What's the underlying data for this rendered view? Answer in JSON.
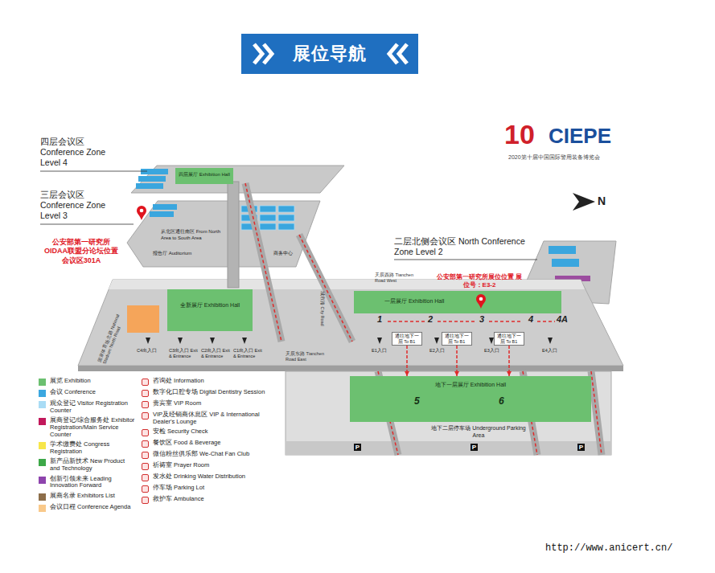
{
  "diagram": {
    "title": "展位导航",
    "nodes": [
      {
        "text": [
          "四层展厅 Exhibition Hall"
        ]
      },
      {
        "text": [
          "全新展厅 Exhibition Hall"
        ]
      },
      {
        "text": [
          "一层展厅 Exhibition Hall"
        ]
      },
      {
        "text": [
          "通往地下一层 To B1"
        ]
      },
      {
        "text": [
          "通往地下一层 To B1"
        ]
      },
      {
        "text": [
          "通往地下一层 To B1"
        ]
      },
      {
        "text": [
          "地下一层展厅 Exhibition Hall"
        ]
      }
    ],
    "edges": [
      {
        "from": 3,
        "to": 6,
        "arrow": "to"
      },
      {
        "from": 4,
        "to": 6,
        "arrow": "to"
      },
      {
        "from": 5,
        "to": 6,
        "arrow": "to"
      }
    ],
    "labels": [
      "10",
      "CIEPE",
      "2020第十届中国国际警用装备博览会",
      "N",
      "四层会议区 Conference Zone Level 4",
      "三层会议区 Conference Zone Level 3",
      "公安部第一研究所 OIDAA联盟分论坛位置 会议区301A",
      "从北区通往南区 From North Area to South Area",
      "报告厅 Auditorium",
      "商务中心",
      "二层北侧会议区 North Conference Zone Level 2",
      "公安部第一研究所展位位置 展位号：E3-2",
      "天辰西路 Tianchen Road West",
      "天辰东路 Tianchen Road East",
      "城市路 City Road",
      "国家体育场北路 National Stadium North Road",
      "1",
      "2",
      "3",
      "4",
      "4A",
      "5",
      "6",
      "C4出入口",
      "C3出入口 Exit & Entrance",
      "C2出入口 Exit & Entrance",
      "C1出入口 Exit & Entrance",
      "E1入口",
      "E2入口",
      "E3入口",
      "E4入口",
      "地下二层停车场 Underground Parking Area",
      "P",
      "P",
      "P",
      "http://www.anicert.cn/"
    ],
    "legend": [
      {
        "text": "展览 Exhibition",
        "color": "#6cc070"
      },
      {
        "text": "会议 Conference",
        "color": "#3ba7e0"
      },
      {
        "text": "观众登记 Visitor Registration Counter",
        "color": "#a9dcf5"
      },
      {
        "text": "展商登记/综合服务处 Exhibitor Registration/Main Service Counter",
        "color": "#c2185b"
      },
      {
        "text": "学术缴费处 Congress Registration",
        "color": "#f7e64a"
      },
      {
        "text": "新产品新技术 New Product and Technology",
        "color": "#3da848"
      },
      {
        "text": "创新引领未来 Leading Innovation Forward",
        "color": "#8e44ad"
      },
      {
        "text": "展商名录 Exhibitors List",
        "color": "#8d6e4a"
      },
      {
        "text": "会议日程 Conference Agenda",
        "color": "#f9c98a"
      },
      {
        "text": "咨询处 Information"
      },
      {
        "text": "数字化口腔专场 Digital Dentistry Session"
      },
      {
        "text": "贵宾室 VIP Room"
      },
      {
        "text": "VIP及经销商休息区 VIP & International Dealer's Lounge"
      },
      {
        "text": "安检 Security Check"
      },
      {
        "text": "餐饮区 Food & Beverage"
      },
      {
        "text": "微信粉丝俱乐部 We-Chat Fan Club"
      },
      {
        "text": "祈祷室 Prayer Room"
      },
      {
        "text": "发水处 Drinking Water Distribution"
      },
      {
        "text": "停车场 Parking Lot"
      },
      {
        "text": "救护车 Ambulance"
      }
    ]
  }
}
